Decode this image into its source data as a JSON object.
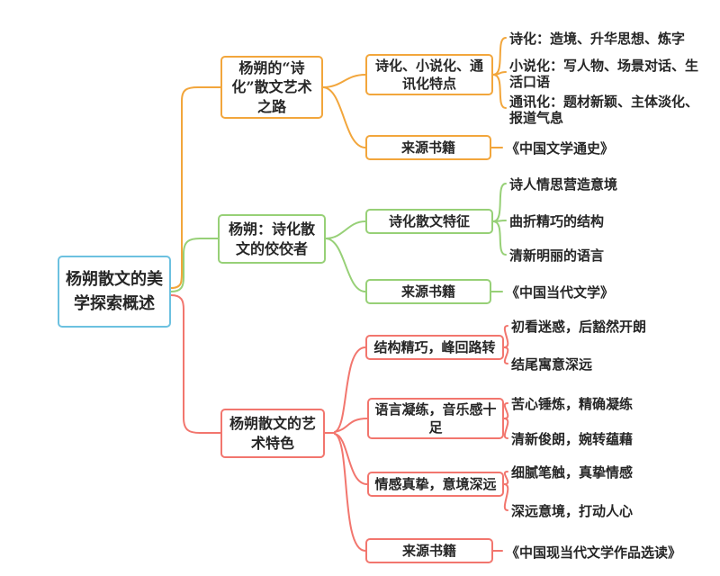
{
  "colors": {
    "root": "#6cc1e0",
    "branch1": "#f2a63c",
    "branch2": "#97d077",
    "branch3": "#f2766e"
  },
  "root": {
    "label": "杨朔散文的美学探索概述"
  },
  "branches": [
    {
      "label": "杨朔的“诗化”散文艺术之路",
      "color": "#f2a63c",
      "children": [
        {
          "label": "诗化、小说化、通讯化特点",
          "leaves": [
            "诗化：造境、升华思想、炼字",
            "小说化：写人物、场景对话、生活口语",
            "通讯化：题材新颖、主体淡化、报道气息"
          ]
        },
        {
          "label": "来源书籍",
          "leaves": [
            "《中国文学通史》"
          ]
        }
      ]
    },
    {
      "label": "杨朔：诗化散文的佼佼者",
      "color": "#97d077",
      "children": [
        {
          "label": "诗化散文特征",
          "leaves": [
            "诗人情思营造意境",
            "曲折精巧的结构",
            "清新明丽的语言"
          ]
        },
        {
          "label": "来源书籍",
          "leaves": [
            "《中国当代文学》"
          ]
        }
      ]
    },
    {
      "label": "杨朔散文的艺术特色",
      "color": "#f2766e",
      "children": [
        {
          "label": "结构精巧，峰回路转",
          "leaves": [
            "初看迷惑，后豁然开朗",
            "结尾寓意深远"
          ]
        },
        {
          "label": "语言凝练，音乐感十足",
          "leaves": [
            "苦心锤炼，精确凝练",
            "清新俊朗，婉转蕴藉"
          ]
        },
        {
          "label": "情感真挚，意境深远",
          "leaves": [
            "细腻笔触，真挚情感",
            "深远意境，打动人心"
          ]
        },
        {
          "label": "来源书籍",
          "leaves": [
            "《中国现当代文学作品选读》"
          ]
        }
      ]
    }
  ]
}
